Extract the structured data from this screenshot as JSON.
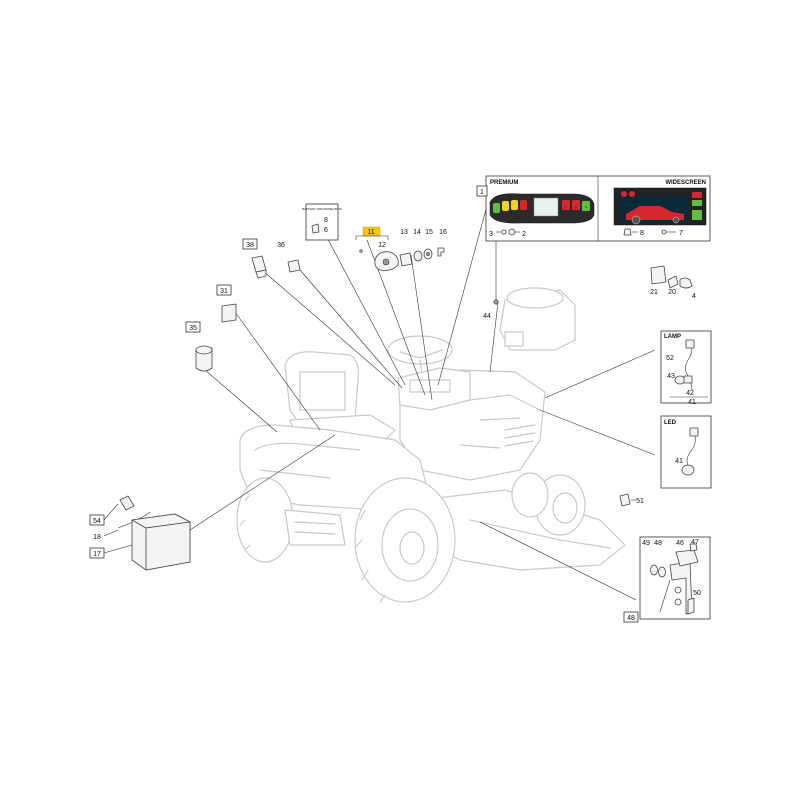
{
  "callouts": {
    "c1": "1",
    "c2": "2",
    "c3": "3",
    "c4": "4",
    "c6": "6",
    "c7": "7",
    "c8": "8",
    "c8b": "8",
    "c11": "11",
    "c12": "12",
    "c13": "13",
    "c14": "14",
    "c15": "15",
    "c16": "16",
    "c17": "17",
    "c18": "18",
    "c20": "20",
    "c21": "21",
    "c31": "31",
    "c35": "35",
    "c36": "36",
    "c38": "38",
    "c41": "41",
    "c41b": "41",
    "c42": "42",
    "c43": "43",
    "c44": "44",
    "c46": "46",
    "c47": "47",
    "c48": "48",
    "c49": "49",
    "c48b": "48",
    "c50": "50",
    "c51": "51",
    "c52": "52",
    "c54": "54"
  },
  "sections": {
    "premium": "PREMIUM",
    "widescreen": "WIDESCREEN",
    "lamp": "LAMP",
    "led": "LED",
    "small_box_caption": "BATTERY DISCONNECTION"
  },
  "dashboard": {
    "premium_left": [
      "",
      "",
      "",
      ""
    ],
    "premium_right": [
      "L",
      "H",
      "C"
    ]
  },
  "colors": {
    "highlight": "#f5c518",
    "green": "#5fbf3a",
    "yellow": "#f2d024",
    "red": "#d8262f",
    "display_dark": "#222222"
  }
}
